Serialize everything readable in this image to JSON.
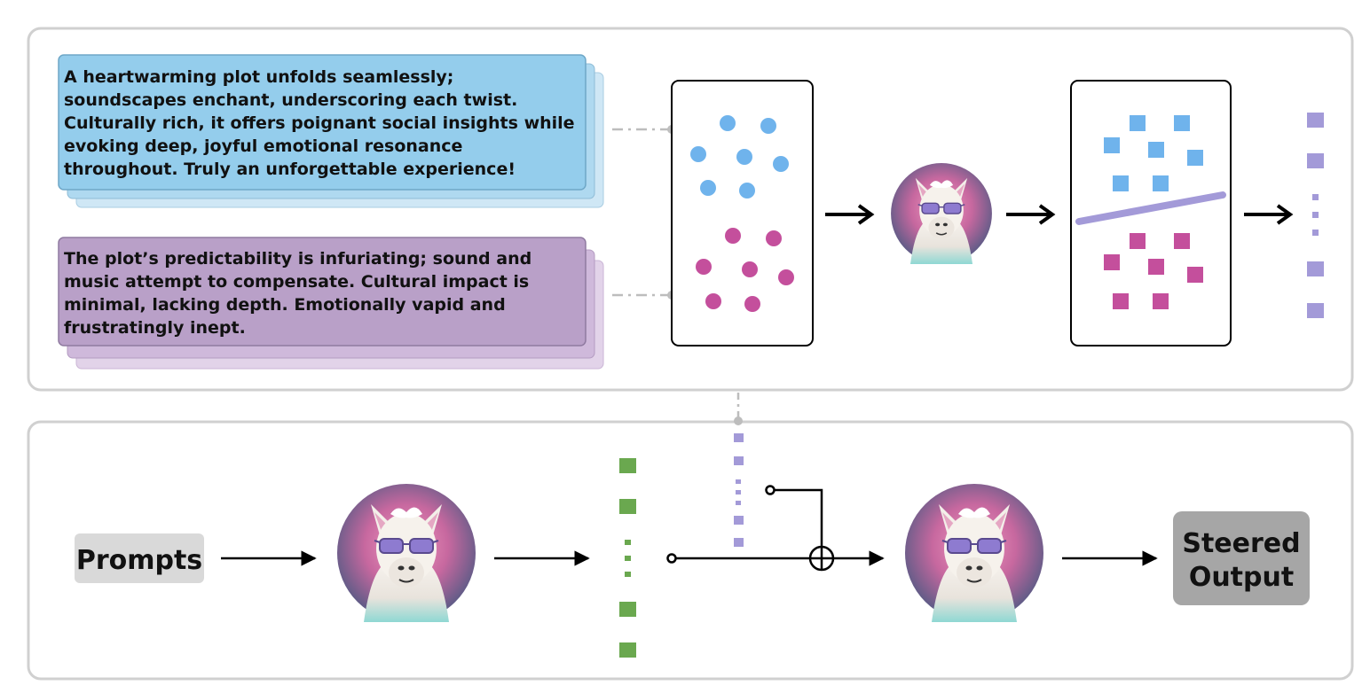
{
  "top_panel": {
    "positive_text": [
      "A heartwarming plot unfolds seamlessly;",
      "soundscapes enchant, underscoring each twist.",
      "Culturally rich, it offers poignant social insights while",
      "evoking deep, joyful emotional resonance",
      "throughout. Truly an unforgettable experience!"
    ],
    "negative_text": [
      "The plot’s predictability is infuriating; sound and",
      "music attempt to compensate. Cultural impact is",
      "minimal, lacking depth. Emotionally vapid and",
      "frustratingly inept."
    ]
  },
  "bottom_panel": {
    "prompts_label": "Prompts",
    "steered_output_label": [
      "Steered",
      "Output"
    ]
  },
  "colors": {
    "positive_card": "#94cdec",
    "negative_card": "#b9a0c8",
    "positive_point": "#6fb3ec",
    "negative_point": "#c44f9c",
    "steering_vector": "#a39ad8",
    "activation_vector": "#6aa84f",
    "panel_border": "#d0d0d0"
  },
  "icons": {
    "llm_model": "llama-with-sunglasses-icon"
  }
}
